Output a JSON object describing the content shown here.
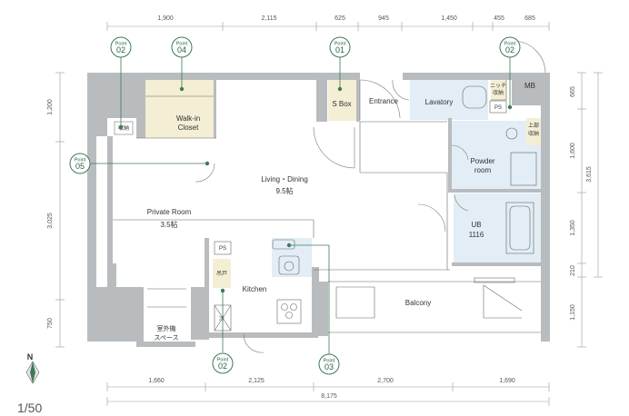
{
  "dimensions": {
    "top": [
      "1,900",
      "2,115",
      "625",
      "945",
      "1,450",
      "455",
      "685"
    ],
    "bottom": [
      "1,660",
      "2,125",
      "2,700",
      "1,690"
    ],
    "bottom_total": "8,175",
    "left": [
      "1,200",
      "3,025",
      "750"
    ],
    "right_inner": [
      "665",
      "1,600",
      "1,350",
      "210",
      "1,150"
    ],
    "right_outer": "3,615"
  },
  "rooms": {
    "walkin": [
      "Walk-in",
      "Closet"
    ],
    "sbox": "S Box",
    "entrance": "Entrance",
    "lavatory": "Lavatory",
    "mb": "MB",
    "living": [
      "Living・Dining",
      "9.5帖"
    ],
    "private": [
      "Private Room",
      "3.5帖"
    ],
    "powder": [
      "Powder",
      "room"
    ],
    "ub": [
      "UB",
      "1116"
    ],
    "kitchen": "Kitchen",
    "balcony": "Balcony",
    "outdoor": [
      "室外機",
      "スペース"
    ]
  },
  "tags": {
    "storage": "収納",
    "ps_lav": "PS",
    "ps_kitchen": "PS",
    "niche": [
      "ニッチ",
      "収納"
    ],
    "upper_storage": [
      "上部",
      "収納"
    ],
    "pantry": "吊戸",
    "fridge": "冷"
  },
  "points": [
    {
      "label": "Point",
      "num": "02"
    },
    {
      "label": "Point",
      "num": "04"
    },
    {
      "label": "Point",
      "num": "01"
    },
    {
      "label": "Point",
      "num": "02"
    },
    {
      "label": "Point",
      "num": "05"
    },
    {
      "label": "Point",
      "num": "02"
    },
    {
      "label": "Point",
      "num": "03"
    }
  ],
  "compass": "N",
  "scale": "1/50"
}
